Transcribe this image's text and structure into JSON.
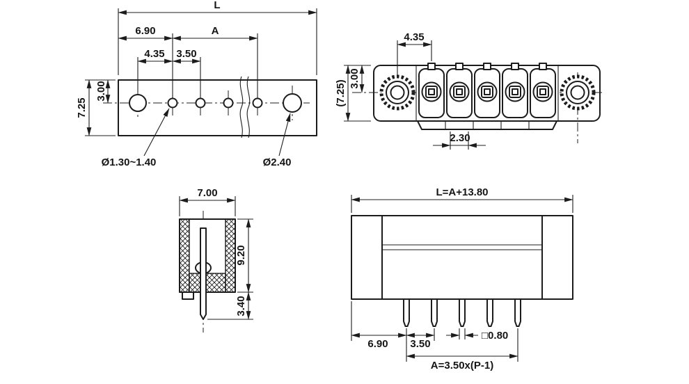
{
  "sheet": {
    "description": "Pluggable terminal block header - dimensional drawing, four views",
    "line_color": "#1c1c1c",
    "background": "#ffffff"
  },
  "views": {
    "pcb": {
      "L": "L",
      "d690": "6.90",
      "A": "A",
      "d435": "4.35",
      "d350": "3.50",
      "d300": "3.00",
      "d725": "7.25",
      "hole_small": "Ø1.30~1.40",
      "hole_large": "Ø2.40"
    },
    "front": {
      "d435": "4.35",
      "d300": "3.00",
      "d725": "(7.25)",
      "d230": "2.30"
    },
    "side": {
      "d700": "7.00",
      "d920": "9.20",
      "d340": "3.40"
    },
    "outline": {
      "L": "L=A+13.80",
      "d690": "6.90",
      "d350": "3.50",
      "pin": "□0.80",
      "A": "A=3.50x(P-1)"
    }
  }
}
